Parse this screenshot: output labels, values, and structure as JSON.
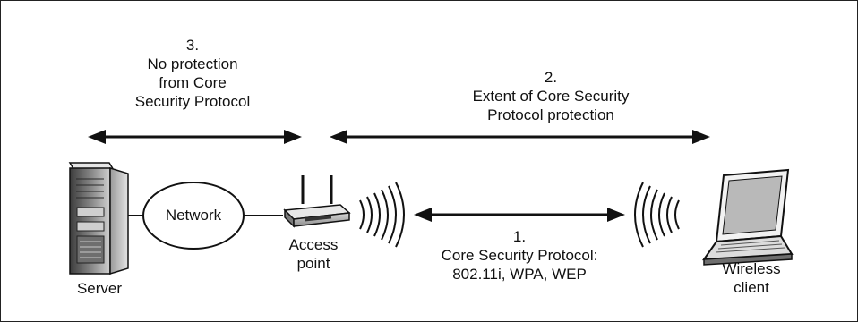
{
  "zones": {
    "unprotected": {
      "lines": [
        "3.",
        "No protection",
        "from Core",
        "Security Protocol"
      ]
    },
    "extent": {
      "lines": [
        "2.",
        "Extent of Core Security",
        "Protocol protection"
      ]
    },
    "core": {
      "lines": [
        "1.",
        "Core Security Protocol:",
        "802.11i, WPA, WEP"
      ]
    }
  },
  "nodes": {
    "server": {
      "label": "Server"
    },
    "network": {
      "label": "Network"
    },
    "access_point": {
      "lines": [
        "Access",
        "point"
      ]
    },
    "wireless_client": {
      "lines": [
        "Wireless",
        "client"
      ]
    }
  },
  "colors": {
    "ink": "#111111",
    "server_dark": "#5a5a5a",
    "server_light": "#bdbdbd",
    "device_gray": "#9a9a9a"
  },
  "icons": [
    "server-icon",
    "access-point-icon",
    "laptop-icon",
    "radio-waves-icon"
  ]
}
